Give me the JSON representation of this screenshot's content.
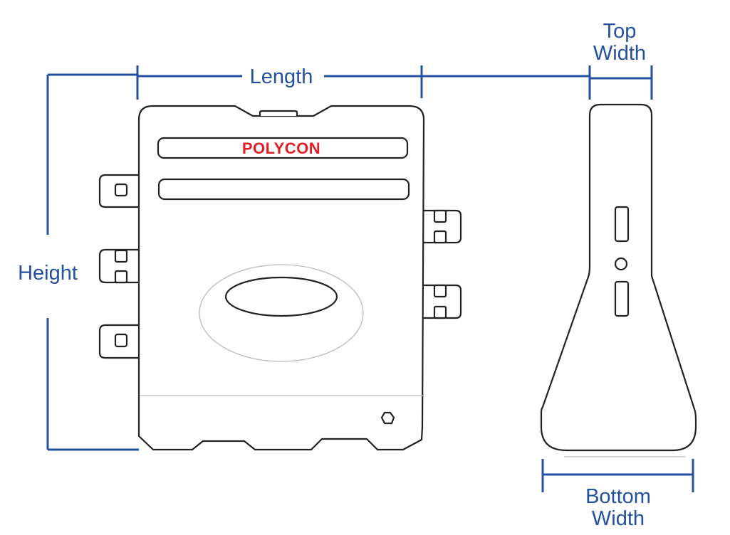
{
  "labels": {
    "length": "Length",
    "height": "Height",
    "top_width_line1": "Top",
    "top_width_line2": "Width",
    "bottom_width_line1": "Bottom",
    "bottom_width_line2": "Width"
  },
  "brand": {
    "logo_text": "POLYCON",
    "color": "#e01e25"
  },
  "colors": {
    "dimension": "#2450a0",
    "outline": "#222222"
  }
}
